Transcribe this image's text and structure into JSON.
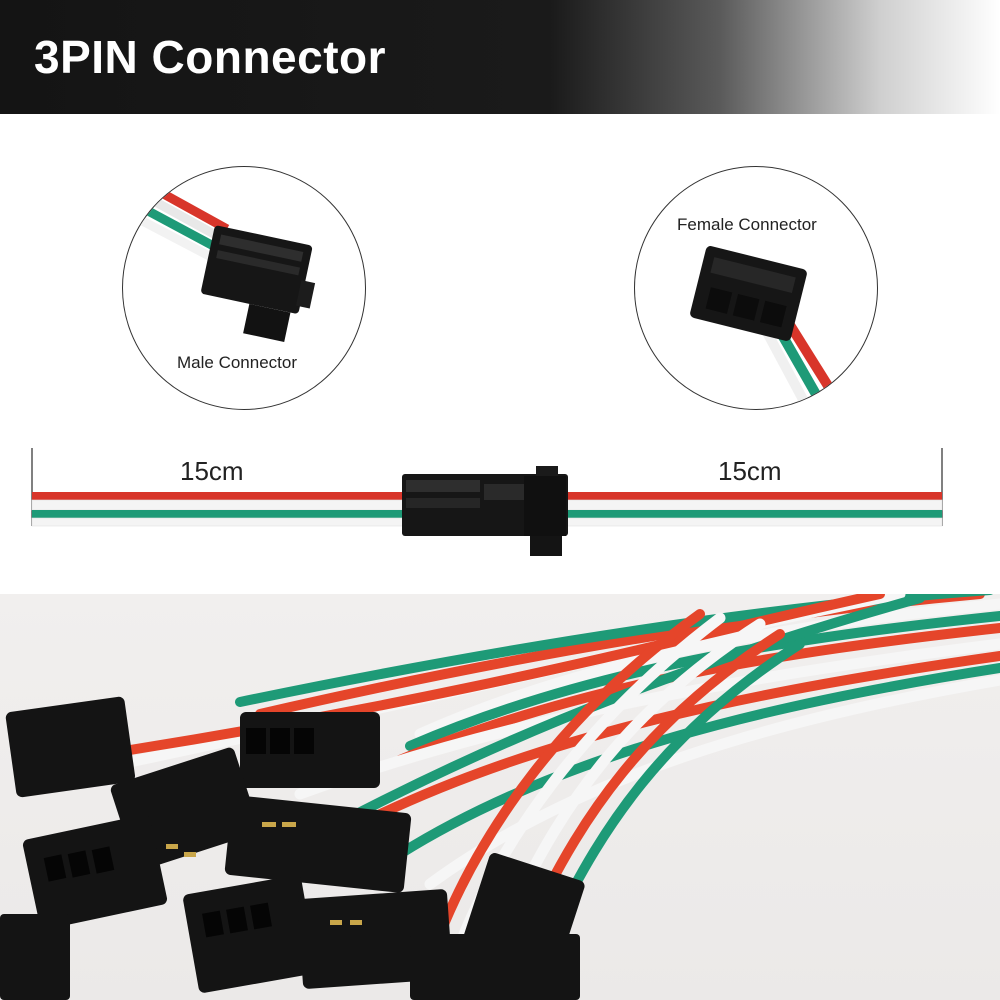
{
  "banner": {
    "title": "3PIN Connector"
  },
  "male_detail": {
    "label": "Male Connector"
  },
  "female_detail": {
    "label": "Female Connector"
  },
  "cable": {
    "left_length": "15cm",
    "right_length": "15cm"
  },
  "colors": {
    "red_wire": "#d8352a",
    "green_wire": "#1e9a77",
    "white_wire": "#f4f4f4",
    "connector": "#161616"
  }
}
